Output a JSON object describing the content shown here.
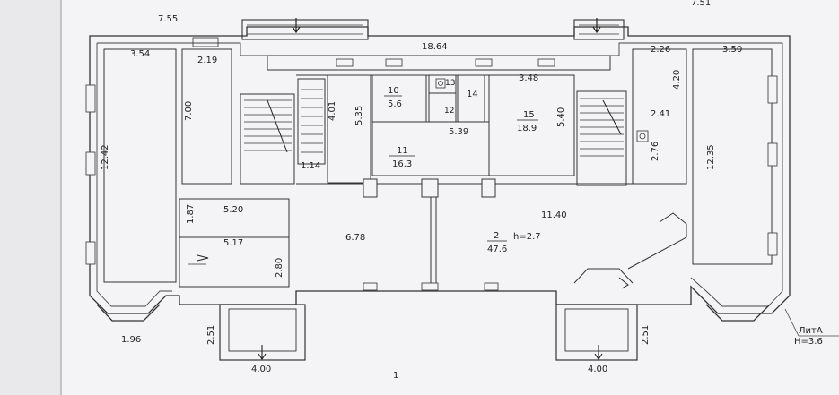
{
  "plan": {
    "dimensions": {
      "top_left_offset": "7.55",
      "top_right_partial": "7.51",
      "corridor_length": "18.64",
      "room_left_width": "3.54",
      "room_left_small": "2.19",
      "room_right_small": "2.26",
      "room_right_width": "3.50",
      "left_height": "12.42",
      "right_height": "12.35",
      "dim_700": "7.00",
      "dim_401": "4.01",
      "dim_535": "5.35",
      "dim_539": "5.39",
      "dim_540": "5.40",
      "dim_348": "3.48",
      "dim_420": "4.20",
      "dim_241": "2.41",
      "dim_276": "2.76",
      "dim_114": "1.14",
      "dim_187": "1.87",
      "dim_520": "5.20",
      "dim_517": "5.17",
      "dim_280": "2.80",
      "dim_678": "6.78",
      "dim_1140": "11.40",
      "bottom_left": "1.96",
      "porch_left_depth": "2.51",
      "porch_right_depth": "2.51",
      "porch_left_width": "4.00",
      "porch_right_width": "4.00"
    },
    "rooms": {
      "r10_num": "10",
      "r10_area": "5.6",
      "r11_num": "11",
      "r11_area": "16.3",
      "r12_num": "12",
      "r13_num": "13",
      "r14_num": "14",
      "r15_num": "15",
      "r15_area": "18.9",
      "r2_num": "2",
      "r2_area": "47.6",
      "r2_height": "h=2.7"
    },
    "axis_label": "ЛитА",
    "height_label": "H=3.6",
    "page_number": "1"
  }
}
